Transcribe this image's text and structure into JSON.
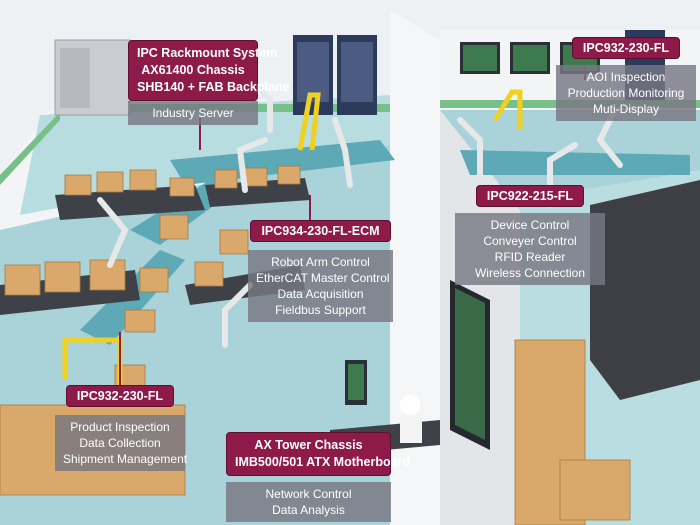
{
  "callouts": {
    "rackmount": {
      "tag_lines": [
        "IPC Rackmount System",
        "AX61400 Chassis",
        "SHB140 + FAB Backplane"
      ],
      "desc_lines": [
        "Industry Server"
      ]
    },
    "aoi": {
      "tag": "IPC932-230-FL",
      "desc_lines": [
        "AOI Inspection",
        "Production Monitoring",
        "Muti-Display"
      ]
    },
    "device_control": {
      "tag": "IPC922-215-FL",
      "desc_lines": [
        "Device Control",
        "Conveyer Control",
        "RFID Reader",
        "Wireless Connection"
      ]
    },
    "robot_arm": {
      "tag": "IPC934-230-FL-ECM",
      "desc_lines": [
        "Robot Arm Control",
        "EtherCAT Master Control",
        "Data Acquisition",
        "Fieldbus Support"
      ]
    },
    "product_inspection": {
      "tag": "IPC932-230-FL",
      "desc_lines": [
        "Product Inspection",
        "Data Collection",
        "Shipment Management"
      ]
    },
    "tower": {
      "tag_lines": [
        "AX Tower Chassis",
        "IMB500/501 ATX Motherboard"
      ],
      "desc_lines": [
        "Network Control",
        "Data Analysis"
      ]
    }
  },
  "colors": {
    "tag_bg": "#8e1a4a",
    "floor": "#a9d3d8",
    "wall": "#f1f3f5",
    "conveyor": "#5ea9b6",
    "box": "#d9a86a"
  }
}
